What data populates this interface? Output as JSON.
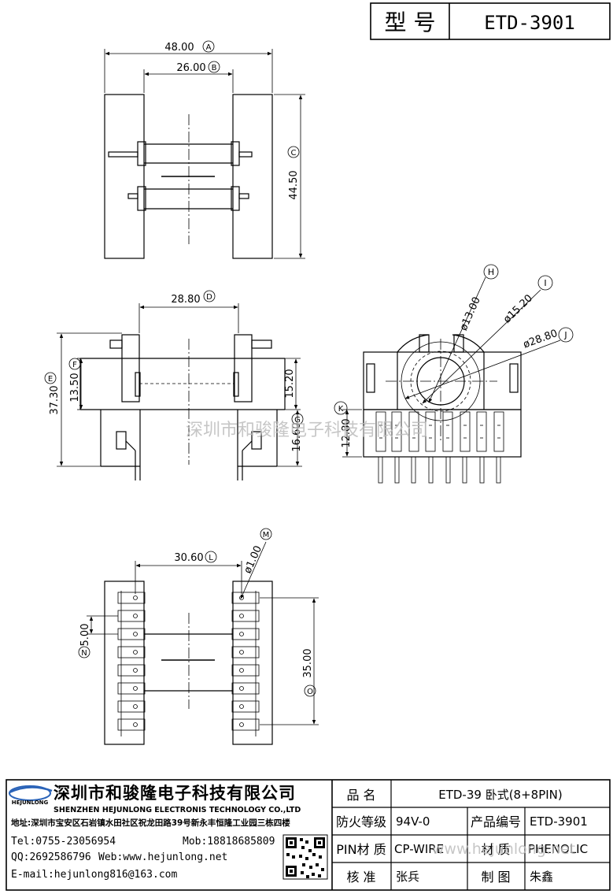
{
  "header": {
    "model_label": "型 号",
    "model_value": "ETD-3901"
  },
  "dimensions": {
    "A": {
      "value": "48.00",
      "tag": "A"
    },
    "B": {
      "value": "26.00",
      "tag": "B"
    },
    "C": {
      "value": "44.50",
      "tag": "C"
    },
    "D": {
      "value": "28.80",
      "tag": "D"
    },
    "E": {
      "value": "37.30",
      "tag": "E"
    },
    "F": {
      "value": "13.50",
      "tag": "F"
    },
    "G": {
      "value": "16.60",
      "tag": "G"
    },
    "mid": {
      "value": "15.20"
    },
    "H": {
      "value": "ø13.00",
      "tag": "H"
    },
    "I": {
      "value": "ø15.20",
      "tag": "I"
    },
    "J": {
      "value": "ø28.80",
      "tag": "J"
    },
    "K": {
      "value": "12.80",
      "tag": "K"
    },
    "L": {
      "value": "30.60",
      "tag": "L"
    },
    "M": {
      "value": "ø1.00",
      "tag": "M"
    },
    "N": {
      "value": "5.00",
      "tag": "N"
    },
    "O": {
      "value": "35.00",
      "tag": "O"
    }
  },
  "watermark": {
    "center": "深圳市和骏隆电子科技有限公司",
    "bottom": "www.hejunlong.net"
  },
  "company": {
    "logo_text": "HEJUNLONG",
    "name_cn": "深圳市和骏隆电子科技有限公司",
    "name_en": "SHENZHEN HEJUNLONG ELECTRONIS TECHNOLOGY CO.,LTD",
    "address": "地址:深圳市宝安区石岩镇水田社区祝龙田路39号新永丰恒隆工业园三栋四楼",
    "tel": "Tel:0755-23056954",
    "mob": "Mob:18818685809",
    "qq": "QQ:2692586796",
    "web": "Web:www.hejunlong.net",
    "email": "E-mail:hejunlong816@163.com"
  },
  "title_block": {
    "product_name_label": "品 名",
    "product_name": "ETD-39 卧式(8+8PIN)",
    "fire_label": "防火等级",
    "fire_value": "94V-0",
    "code_label": "产品编号",
    "code_value": "ETD-3901",
    "pin_label": "PIN材 质",
    "pin_value": "CP-WIRE",
    "material_label": "材 质",
    "material_value": "PHENOLIC",
    "check_label": "核 准",
    "check_value": "张兵",
    "draw_label": "制 图",
    "draw_value": "朱鑫"
  }
}
